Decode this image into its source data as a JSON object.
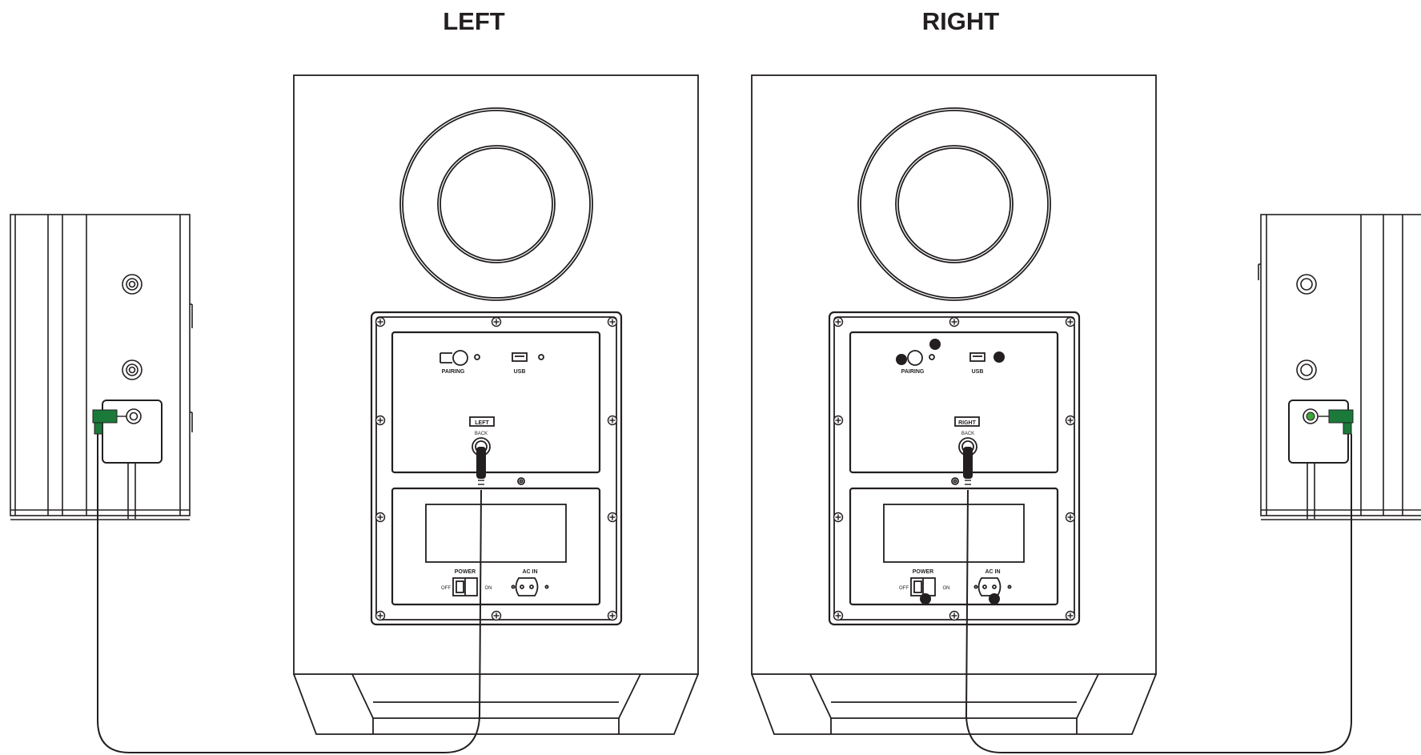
{
  "headings": {
    "left": "LEFT",
    "right": "RIGHT"
  },
  "panel": {
    "pairing": "PAIRING",
    "usb": "USB",
    "back": "BACK",
    "power": "POWER",
    "ac_in": "AC IN",
    "off": "OFF",
    "on": "ON"
  },
  "speakers": {
    "left_tag": "LEFT",
    "right_tag": "RIGHT"
  },
  "colors": {
    "line": "#231f20",
    "connector_green": "#1b7a3a",
    "jack_green": "#3aa53a"
  },
  "icons": [
    "pairing-button-icon",
    "usb-port-icon",
    "screw-icon",
    "rca-jack-icon",
    "power-switch-icon",
    "ac-inlet-icon",
    "speaker-cable-icon"
  ]
}
